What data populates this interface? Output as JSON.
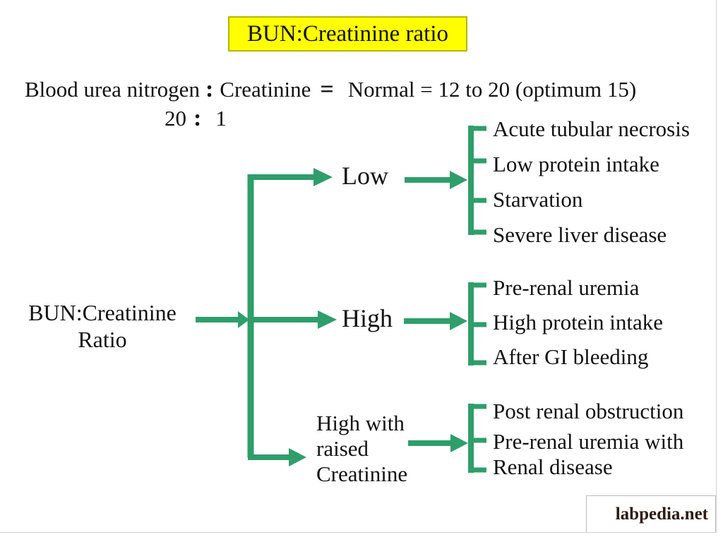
{
  "page": {
    "title": "BUN:Creatinine ratio",
    "watermark": "labpedia.net"
  },
  "formula": {
    "numerator": "Blood urea nitrogen",
    "colon": ":",
    "denominator": "Creatinine",
    "equals": "=",
    "normal_range": "Normal = 12 to 20 (optimum 15)",
    "ratio_numerator": "20",
    "ratio_colon": ":",
    "ratio_denominator": "1"
  },
  "root_node": {
    "line1": "BUN:Creatinine",
    "line2": "Ratio"
  },
  "branches": [
    {
      "label": "Low",
      "items": [
        "Acute tubular necrosis",
        "Low protein intake",
        "Starvation",
        "Severe liver disease"
      ]
    },
    {
      "label": "High",
      "items": [
        "Pre-renal uremia",
        "High protein intake",
        "After GI bleeding"
      ]
    },
    {
      "label": "High with raised Creatinine",
      "label_lines": [
        "High with",
        "raised",
        "Creatinine"
      ],
      "items": [
        "Post renal obstruction",
        "Pre-renal uremia with Renal disease"
      ]
    }
  ],
  "colors": {
    "accent_green": "#2F9E6B",
    "title_bg": "#FFFF00",
    "title_border": "#B5B500",
    "text_color": "#121212",
    "watermark_color": "#2D1B12"
  }
}
